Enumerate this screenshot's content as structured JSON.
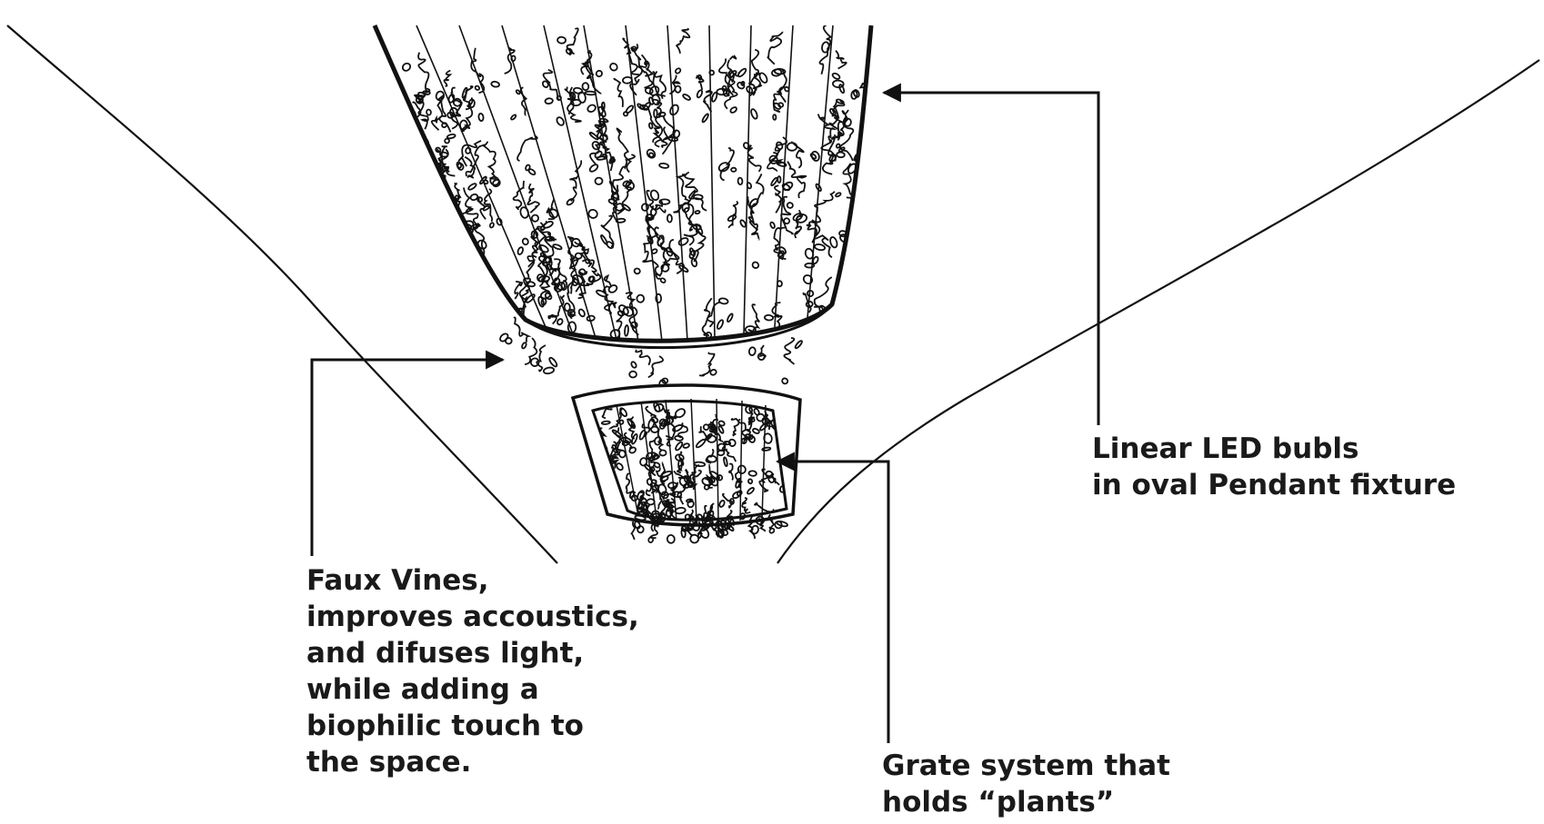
{
  "diagram": {
    "subject": "hanging pendant light fixture wrapped in faux vines with lower grate basket",
    "ink_color": "#111111",
    "background_color": "#ffffff"
  },
  "callouts": {
    "led": {
      "lines": [
        "Linear LED bubls",
        "in oval Pendant fixture"
      ]
    },
    "vines": {
      "lines": [
        "Faux Vines,",
        "improves accoustics,",
        "and difuses light,",
        "while adding a",
        "biophilic touch to",
        "the space."
      ]
    },
    "grate": {
      "lines": [
        "Grate system that",
        "holds “plants”"
      ]
    }
  }
}
